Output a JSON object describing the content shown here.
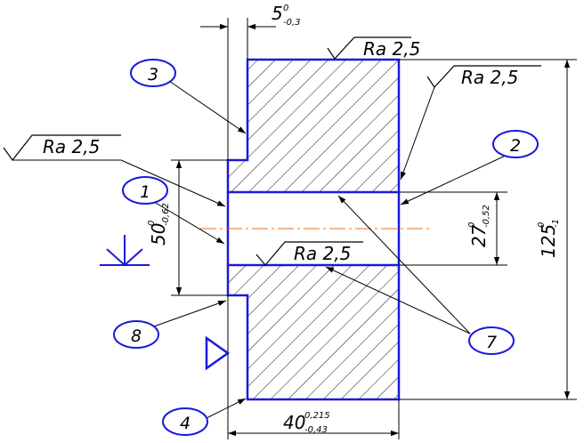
{
  "roughness": {
    "ra_top": "Ra 2,5",
    "ra_right": "Ra 2,5",
    "ra_left": "Ra 2,5",
    "ra_bore": "Ra 2,5"
  },
  "dimensions": {
    "d5": {
      "nominal": "5",
      "upper": "0",
      "lower": "-0,3"
    },
    "d50": {
      "nominal": "50",
      "upper": "0",
      "lower": "-0,62"
    },
    "d27": {
      "nominal": "27",
      "upper": "0",
      "lower": "-0,52"
    },
    "d125": {
      "nominal": "125",
      "upper": "0",
      "lower": "-1"
    },
    "d40": {
      "nominal": "40",
      "upper": "0,215",
      "lower": "-0,43"
    }
  },
  "surface_numbers": {
    "s1": "1",
    "s2": "2",
    "s3": "3",
    "s4": "4",
    "s7": "7",
    "s8": "8"
  },
  "colors": {
    "outline": "#1a1adc",
    "hatch": "#1a1a1a",
    "axis": "#e07020",
    "dimension": "#000000"
  }
}
